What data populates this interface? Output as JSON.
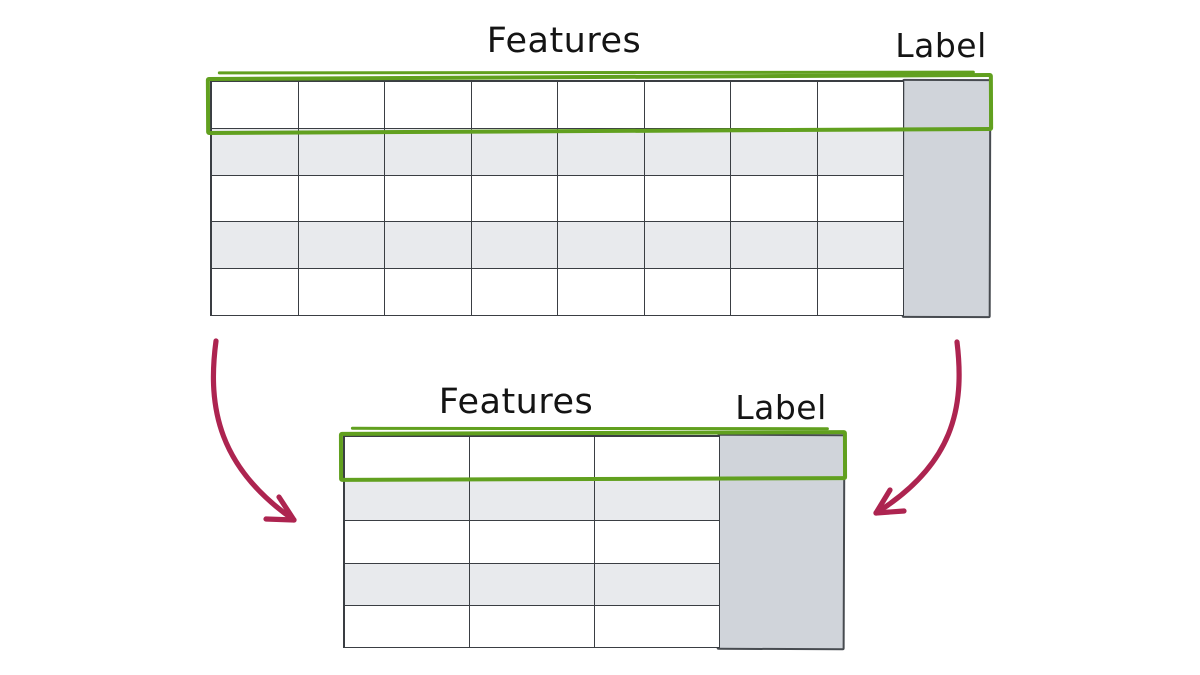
{
  "diagram": {
    "top_table": {
      "features_heading": "Features",
      "label_heading": "Label",
      "feature_columns": 8,
      "rows": 5,
      "striped_rows": [
        1,
        3
      ]
    },
    "bottom_table": {
      "features_heading": "Features",
      "label_heading": "Label",
      "feature_columns": 3,
      "rows": 5,
      "striped_rows": [
        1,
        3
      ]
    },
    "arrows": [
      {
        "name": "left-arrow",
        "direction": "down-right"
      },
      {
        "name": "right-arrow",
        "direction": "down-left"
      }
    ],
    "colors": {
      "green": "#61a01f",
      "arrow": "#ad2450",
      "label_fill": "#d0d4da",
      "stripe": "#e8eaed",
      "line": "#3a3e43",
      "text": "#141414",
      "background": "#ffffff"
    }
  }
}
